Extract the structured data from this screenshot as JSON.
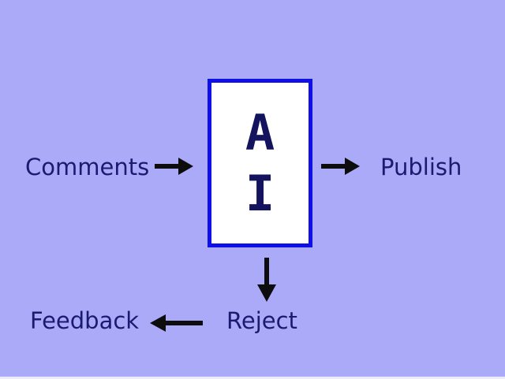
{
  "diagram": {
    "labels": {
      "comments": "Comments",
      "publish": "Publish",
      "reject": "Reject",
      "feedback": "Feedback"
    },
    "box": {
      "letters": [
        "A",
        "I"
      ]
    },
    "arrows": [
      {
        "name": "comments-to-box",
        "direction": "right"
      },
      {
        "name": "box-to-publish",
        "direction": "right"
      },
      {
        "name": "box-to-reject",
        "direction": "down"
      },
      {
        "name": "reject-to-feedback",
        "direction": "left"
      }
    ],
    "colors": {
      "background": "#abaaf8",
      "box_border": "#0f0fe8",
      "box_fill": "#ffffff",
      "letter_color": "#14145e",
      "label_color": "#1a1a70",
      "arrow_color": "#0d0d0d",
      "bottom_edge": "#ececfb"
    }
  }
}
